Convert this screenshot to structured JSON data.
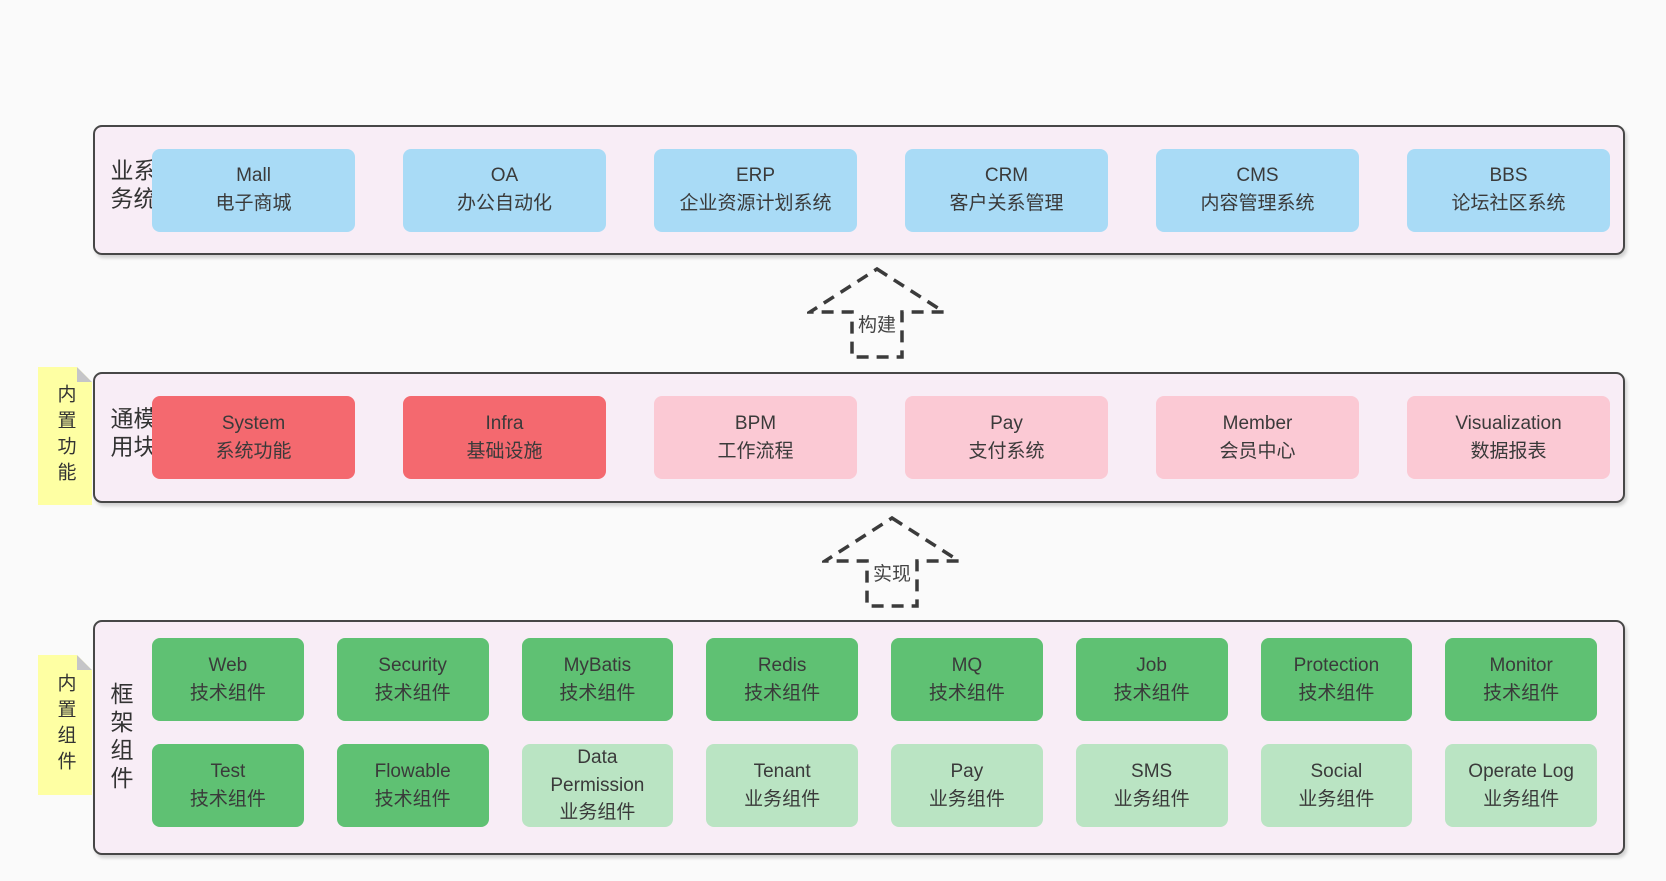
{
  "page": {
    "background": "#fafafa"
  },
  "colors": {
    "section_bg": "#f8edf6",
    "section_border": "#474747",
    "box_blue": "#a9dbf6",
    "box_red": "#f4696f",
    "box_pink": "#fbc9d4",
    "box_green": "#5fc173",
    "box_light_green": "#bae4c3",
    "sticky_yellow": "#feffa3",
    "sticky_fold_gray": "#c5c5c8",
    "text": "#363636"
  },
  "arrows": [
    {
      "label": "构建"
    },
    {
      "label": "实现"
    }
  ],
  "stickies": [
    {
      "text": "内置功能"
    },
    {
      "text": "内置组件"
    }
  ],
  "sections": [
    {
      "label": "业务系统",
      "items": [
        {
          "name": "Mall",
          "desc": "电子商城"
        },
        {
          "name": "OA",
          "desc": "办公自动化"
        },
        {
          "name": "ERP",
          "desc": "企业资源计划系统"
        },
        {
          "name": "CRM",
          "desc": "客户关系管理"
        },
        {
          "name": "CMS",
          "desc": "内容管理系统"
        },
        {
          "name": "BBS",
          "desc": "论坛社区系统"
        }
      ]
    },
    {
      "label": "通用模块",
      "items": [
        {
          "name": "System",
          "desc": "系统功能"
        },
        {
          "name": "Infra",
          "desc": "基础设施"
        },
        {
          "name": "BPM",
          "desc": "工作流程"
        },
        {
          "name": "Pay",
          "desc": "支付系统"
        },
        {
          "name": "Member",
          "desc": "会员中心"
        },
        {
          "name": "Visualization",
          "desc": "数据报表"
        }
      ]
    },
    {
      "label": "框架组件",
      "rows": [
        [
          {
            "name": "Web",
            "desc": "技术组件"
          },
          {
            "name": "Security",
            "desc": "技术组件"
          },
          {
            "name": "MyBatis",
            "desc": "技术组件"
          },
          {
            "name": "Redis",
            "desc": "技术组件"
          },
          {
            "name": "MQ",
            "desc": "技术组件"
          },
          {
            "name": "Job",
            "desc": "技术组件"
          },
          {
            "name": "Protection",
            "desc": "技术组件"
          },
          {
            "name": "Monitor",
            "desc": "技术组件"
          }
        ],
        [
          {
            "name": "Test",
            "desc": "技术组件"
          },
          {
            "name": "Flowable",
            "desc": "技术组件"
          },
          {
            "name": "Data Permission",
            "desc": "业务组件"
          },
          {
            "name": "Tenant",
            "desc": "业务组件"
          },
          {
            "name": "Pay",
            "desc": "业务组件"
          },
          {
            "name": "SMS",
            "desc": "业务组件"
          },
          {
            "name": "Social",
            "desc": "业务组件"
          },
          {
            "name": "Operate Log",
            "desc": "业务组件"
          }
        ]
      ]
    }
  ]
}
